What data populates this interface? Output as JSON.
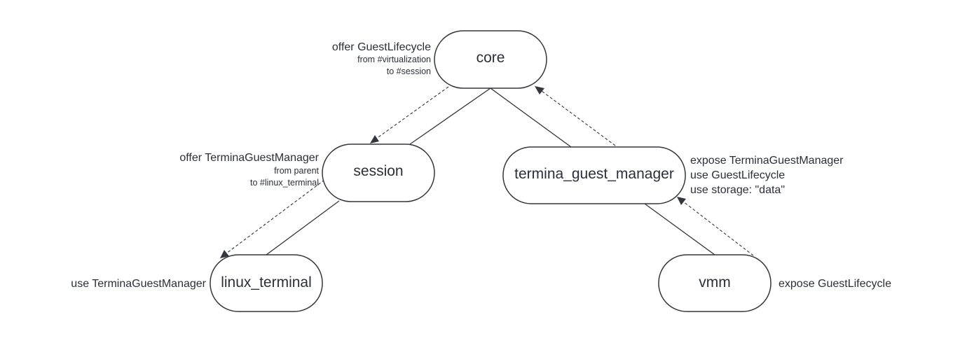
{
  "nodes": {
    "core": "core",
    "session": "session",
    "termina_guest_manager": "termina_guest_manager",
    "linux_terminal": "linux_terminal",
    "vmm": "vmm"
  },
  "annotations": {
    "core": {
      "line1": "offer GuestLifecycle",
      "line2": "from #virtualization",
      "line3": "to #session"
    },
    "session": {
      "line1": "offer TerminaGuestManager",
      "line2": "from parent",
      "line3": "to #linux_terminal"
    },
    "termina_guest_manager": {
      "line1": "expose TerminaGuestManager",
      "line2": "use GuestLifecycle",
      "line3": "use storage: \"data\""
    },
    "linux_terminal": {
      "line1": "use TerminaGuestManager"
    },
    "vmm": {
      "line1": "expose GuestLifecycle"
    }
  },
  "colors": {
    "stroke": "#33363d",
    "text": "#2b2f3a",
    "background": "#ffffff"
  }
}
